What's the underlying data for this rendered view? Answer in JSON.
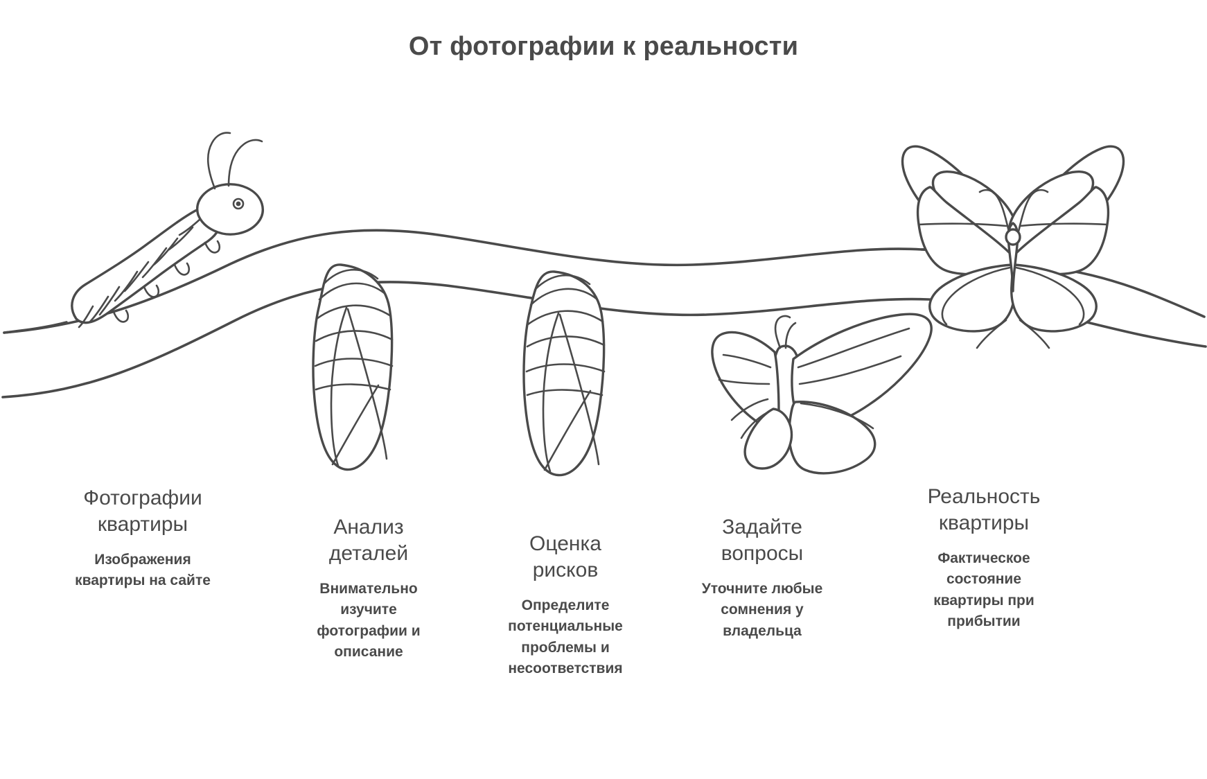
{
  "title": "От фотографии к реальности",
  "colors": {
    "ink": "#4a4a4a",
    "background": "#ffffff"
  },
  "illustration": {
    "kind": "butterfly-metamorphosis-line-art",
    "stages": [
      "caterpillar-icon",
      "chrysalis-icon",
      "chrysalis-icon",
      "emerging-butterfly-icon",
      "butterfly-icon"
    ]
  },
  "stages": [
    {
      "heading": "Фотографии\nквартиры",
      "description": "Изображения\nквартиры на сайте",
      "icon": "caterpillar-icon"
    },
    {
      "heading": "Анализ\nдеталей",
      "description": "Внимательно\nизучите\nфотографии и\nописание",
      "icon": "chrysalis-icon"
    },
    {
      "heading": "Оценка\nрисков",
      "description": "Определите\nпотенциальные\nпроблемы и\nнесоответствия",
      "icon": "chrysalis-icon"
    },
    {
      "heading": "Задайте\nвопросы",
      "description": "Уточните любые\nсомнения у\nвладельца",
      "icon": "emerging-butterfly-icon"
    },
    {
      "heading": "Реальность\nквартиры",
      "description": "Фактическое\nсостояние\nквартиры при\nприбытии",
      "icon": "butterfly-icon"
    }
  ]
}
